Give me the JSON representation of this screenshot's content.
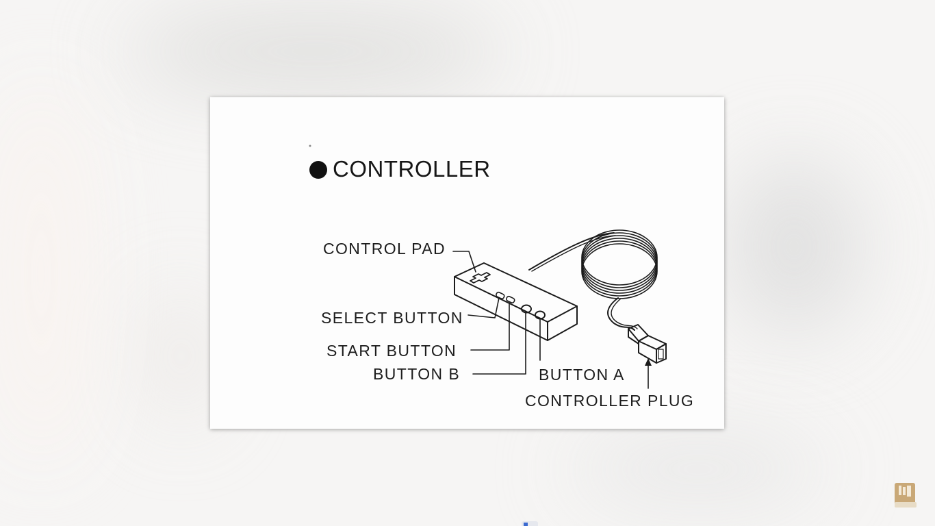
{
  "diagram": {
    "title": "CONTROLLER",
    "labels": {
      "control_pad": "CONTROL PAD",
      "select_button": "SELECT BUTTON",
      "start_button": "START BUTTON",
      "button_b": "BUTTON B",
      "button_a": "BUTTON A",
      "controller_plug": "CONTROLLER PLUG"
    }
  },
  "icons": {
    "corner": "book-icon"
  },
  "colors": {
    "ink": "#161616",
    "paper": "#fdfdfd",
    "icon_tan": "#c9a877"
  }
}
